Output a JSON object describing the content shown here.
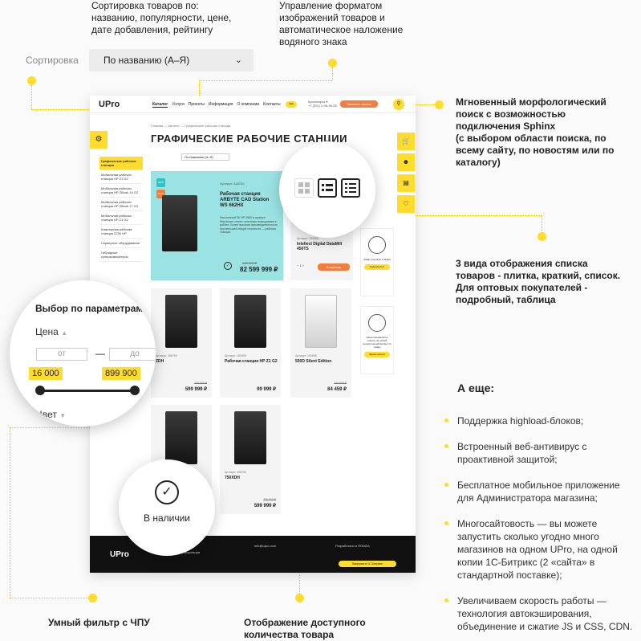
{
  "callouts": {
    "sorting": "Сортировка товаров по:\nназванию, популярности, цене,\nдате добавления, рейтингу",
    "images": "Управление форматом\nизображений товаров и\nавтоматическое наложение\nводяного знака",
    "search": "Мгновенный морфологический\nпоиск с возможностью\nподключения Sphinx\n(с выбором области поиска, по\nвсему сайту, по новостям или по\nкаталогу)",
    "views": "3 вида отображения списка\nтоваров - плитка, краткий, список.\nДля оптовых покупателей -\nподробный, таблица",
    "filter": "Умный фильтр с ЧПУ",
    "stock": "Отображение доступного\nколичества товара",
    "more_title": "А еще:"
  },
  "more_items": [
    "Поддержка highload-блоков;",
    "Встроенный веб-антивирус с проактивной защитой;",
    "Бесплатное мобильное приложение для Администратора магазина;",
    "Многосайтовость — вы можете запустить сколько угодно много магазинов на одном UPro, на одной копии 1С-Битрикс (2 «сайта» в стандартной поставке);",
    "Увеличиваем скорость работы — технология автокэширования, объединение и сжатие JS и CSS, CDN."
  ],
  "sort": {
    "label": "Сортировка",
    "value": "По названию (А–Я)"
  },
  "site": {
    "logo": "UPro",
    "nav": [
      "Каталог",
      "Услуги",
      "Проекты",
      "Информация",
      "О компании",
      "Контакты"
    ],
    "city": "Красноярск ▾",
    "phone": "+7 (391) 2-95-95-95",
    "call_btn": "Заказать звонок",
    "crumbs": "Главная  —  Каталог  —  Графические рабочие станции",
    "title": "ГРАФИЧЕСКИЕ РАБОЧИЕ СТАНЦИИ",
    "mini_sort": "По названию (А–Я)",
    "categories": [
      "Графические рабочие станции",
      "Мобильная рабочая станция HP Z1 G2",
      "Мобильная рабочая станция HP ZBook 14 G2",
      "Мобильная рабочая станция HP ZBook 17 G2",
      "Мобильная рабочая станция HP Z1 G2",
      "Компактная рабочая станция Z230 HP",
      "Серверное оборудование",
      "Гибридные суперкомпьютеры"
    ],
    "badge_new": "NEW",
    "badge_sale": "SALE",
    "hero": {
      "art": "Артикул: 458759",
      "name": "Рабочая станция ARBYTE CAD Station WS 662HX",
      "desc": "Настольный ПК HP Z600 в корпусе Microtower станет отличным помощником в работе. Более высокая производительность при меньшей общей стоимости — рабочая станция.",
      "old": "120 000 ₽",
      "price": "82 599 999 ₽"
    },
    "p2": {
      "art": "Артикул: 753956",
      "name": "Intellect Digital DataMill 450TS",
      "qty": "−  1  +",
      "cart": "В корзину"
    },
    "promo1": {
      "text": "Товар участвует в акции",
      "btn": "Подробности"
    },
    "promo2": {
      "text": "Наши специалисты ответят на любой интересующий вопрос по товару",
      "btn": "Задать вопрос"
    },
    "grid": [
      {
        "art": "Артикул: 458759",
        "name": "ZDH",
        "old": "700 000 ₽",
        "price": "599 999 ₽"
      },
      {
        "art": "Артикул: 152698",
        "name": "Рабочая станция HP Z1 G2",
        "old": "",
        "price": "99 999 ₽"
      },
      {
        "art": "Артикул: 152698",
        "name": "550D Silent Edition",
        "old": "124 000 ₽",
        "price": "84 459 ₽"
      },
      {
        "art": "",
        "name": "",
        "old": "",
        "price": ""
      },
      {
        "art": "Артикул: 458759",
        "name": "750XDH",
        "old": "700 000 ₽",
        "price": "599 999 ₽"
      }
    ],
    "footer": {
      "logo": "UPro",
      "menu": "О компании    Услуги    Информация",
      "social": "info@upro.com",
      "dev": "Разработано в  ROMZA",
      "btn": "Выгрузка в 1С-Битрикс"
    }
  },
  "magnifiers": {
    "filter": {
      "title": "Выбор по параметрам",
      "price": "Цена",
      "from": "от",
      "to": "до",
      "min": "16 000",
      "max": "899 900",
      "color": "Цвет"
    },
    "stock_label": "В наличии"
  }
}
